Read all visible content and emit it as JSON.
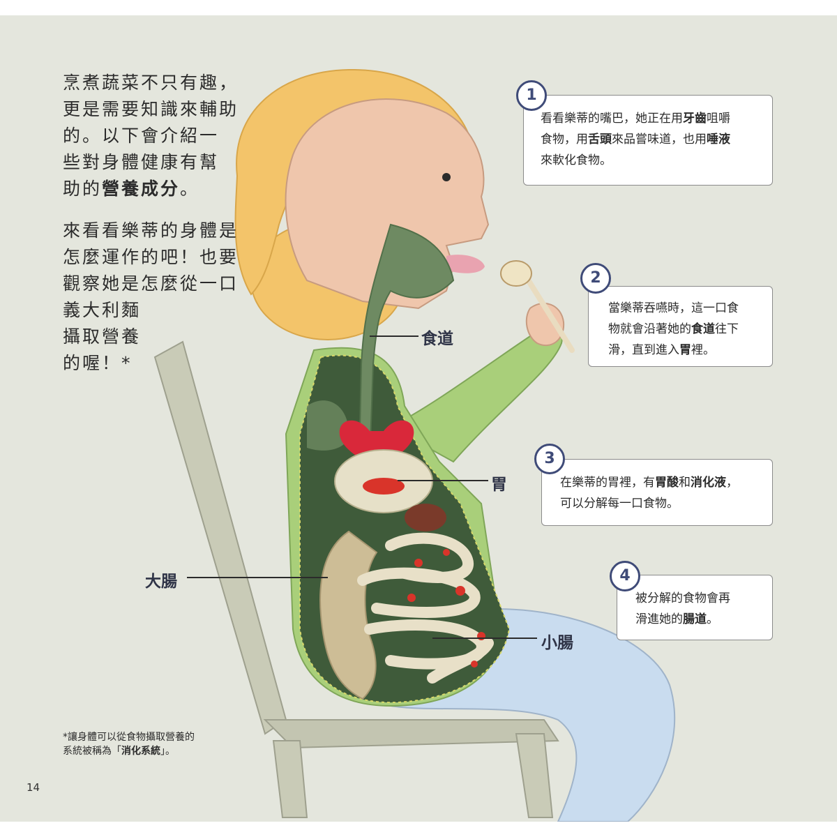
{
  "intro": {
    "p1_lines": [
      "烹煮蔬菜不只有趣，",
      "更是需要知識來輔助",
      "的。以下會介紹一",
      "些對身體健康有幫"
    ],
    "p1_last_prefix": "助的",
    "p1_last_bold": "營養成分",
    "p1_last_suffix": "。",
    "p2_lines": [
      "來看看樂蒂的身體是",
      "怎麼運作的吧！也要",
      "觀察她是怎麼從一口",
      "義大利麵",
      "攝取營養",
      "的喔！*"
    ]
  },
  "callouts": [
    {
      "number": "1",
      "line1_a": "看看樂蒂的嘴巴，她正在用",
      "line1_b": "牙齒",
      "line1_c": "咀嚼",
      "line2_a": "食物，用",
      "line2_b": "舌頭",
      "line2_c": "來品嘗味道，也用",
      "line2_d": "唾液",
      "line3": "來軟化食物。"
    },
    {
      "number": "2",
      "line1": "當樂蒂吞嚥時，這一口食",
      "line2_a": "物就會沿著她的",
      "line2_b": "食道",
      "line2_c": "往下",
      "line3_a": "滑，直到進入",
      "line3_b": "胃",
      "line3_c": "裡。"
    },
    {
      "number": "3",
      "line1_a": "在樂蒂的胃裡，有",
      "line1_b": "胃酸",
      "line1_c": "和",
      "line1_d": "消化液",
      "line1_e": "，",
      "line2": "可以分解每一口食物。"
    },
    {
      "number": "4",
      "line1": "被分解的食物會再",
      "line2_a": "滑進她的",
      "line2_b": "腸道",
      "line2_c": "。"
    }
  ],
  "labels": {
    "esophagus": "食道",
    "stomach": "胃",
    "large_intestine": "大腸",
    "small_intestine": "小腸"
  },
  "footnote": {
    "line1": "*讓身體可以從食物攝取營養的",
    "line2_a": "系統被稱為「",
    "line2_b": "消化系統",
    "line2_c": "」。"
  },
  "page_number": "14",
  "colors": {
    "background": "#e4e6dd",
    "accent_circle": "#3f4b78",
    "hair": "#f3c46a",
    "skin": "#efc6ac",
    "organ_green": "#3f5b3a",
    "shirt": "#a9cf7a",
    "heart": "#d9283a",
    "jeans": "#c9dcef",
    "chair": "#c9cbb7"
  }
}
